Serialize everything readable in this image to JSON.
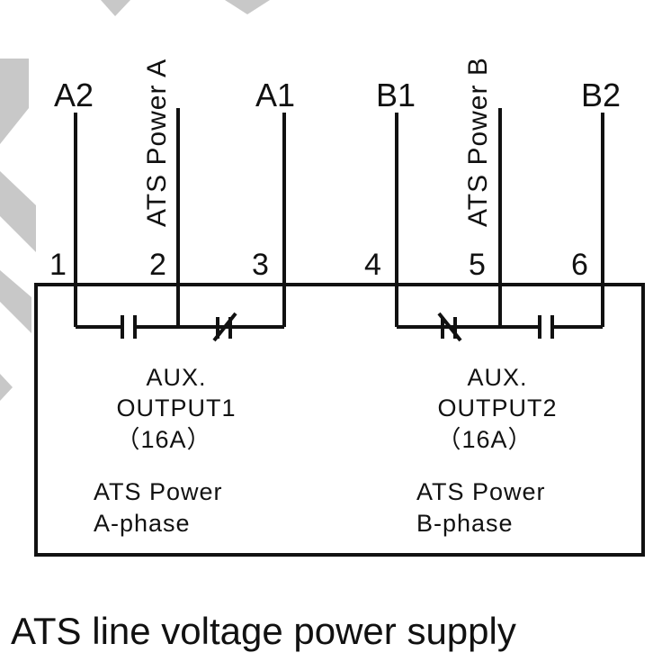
{
  "colors": {
    "ink": "#111111",
    "watermark": "#c8c8c8",
    "background": "#ffffff"
  },
  "terminals": {
    "a2": "A2",
    "a1": "A1",
    "b1": "B1",
    "b2": "B2",
    "ats_power_a": "ATS Power A",
    "ats_power_b": "ATS Power B"
  },
  "pins": [
    "1",
    "2",
    "3",
    "4",
    "5",
    "6"
  ],
  "output1": {
    "aux": "AUX.",
    "name": "OUTPUT1",
    "rating": "（16A）",
    "source": "ATS Power",
    "phase": "A-phase"
  },
  "output2": {
    "aux": "AUX.",
    "name": "OUTPUT2",
    "rating": "（16A）",
    "source": "ATS Power",
    "phase": "B-phase"
  },
  "contact_types": {
    "output1_left": "normally-open",
    "output1_right": "normally-closed",
    "output2_left": "normally-closed",
    "output2_right": "normally-open"
  },
  "caption": "ATS line voltage power supply"
}
